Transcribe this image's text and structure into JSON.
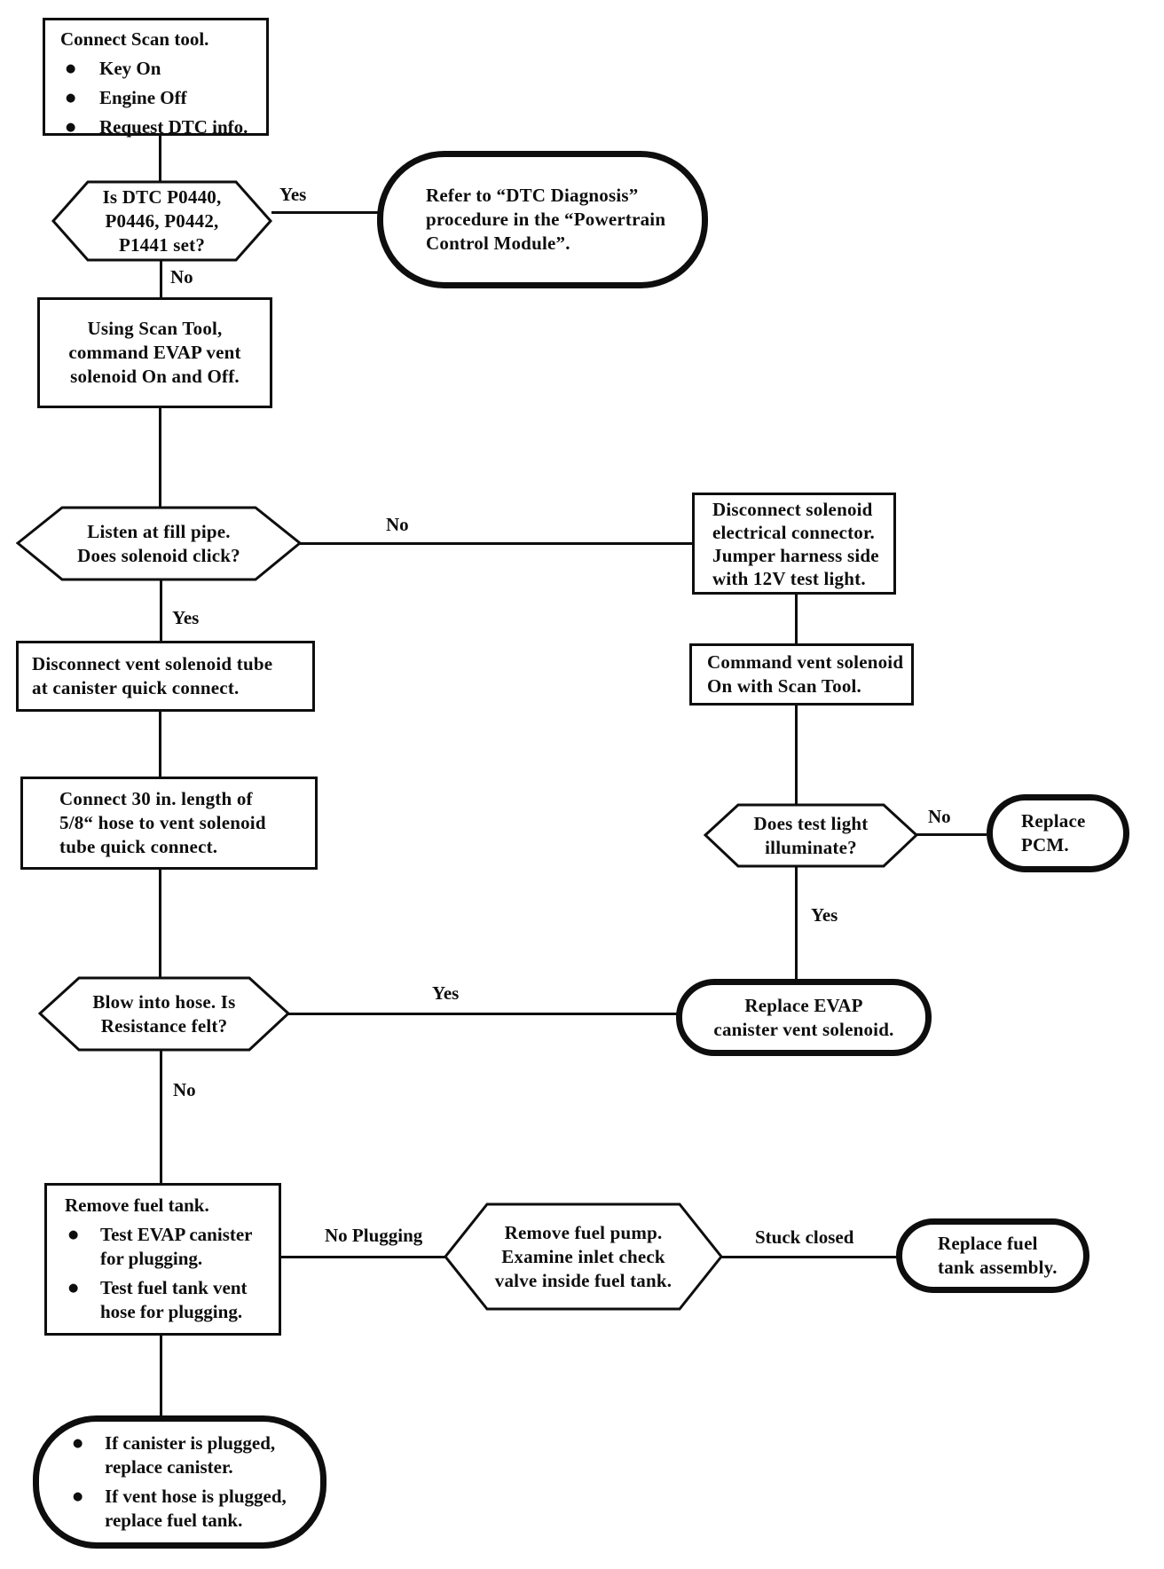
{
  "diagram": {
    "bullet_char": "●",
    "colors": {
      "ink": "#0e0e0e",
      "paper": "#ffffff"
    },
    "nodes": {
      "connect_scan": {
        "title": "Connect Scan tool.",
        "bullets": [
          "Key On",
          "Engine Off",
          "Request DTC info."
        ]
      },
      "is_dtc_set": {
        "text": "Is DTC P0440,\nP0446, P0442,\nP1441 set?"
      },
      "refer_dtc": {
        "text": "Refer to “DTC Diagnosis”\nprocedure in the “Powertrain\nControl Module”."
      },
      "command_evap_on_off": {
        "text": "Using Scan Tool,\ncommand EVAP vent\nsolenoid On and Off."
      },
      "listen_fill_pipe": {
        "text": "Listen at fill pipe.\nDoes solenoid click?"
      },
      "disconnect_solenoid": {
        "text": "Disconnect solenoid\nelectrical connector.\nJumper harness side\nwith 12V test light."
      },
      "command_vent_on": {
        "text": "Command vent solenoid\nOn with Scan Tool."
      },
      "disconnect_tube": {
        "text": "Disconnect vent solenoid tube\nat canister quick connect."
      },
      "connect_hose": {
        "text": "Connect 30 in. length of\n5/8“ hose to vent solenoid\ntube quick connect."
      },
      "test_light": {
        "text": "Does test light\nilluminate?"
      },
      "replace_pcm": {
        "text": "Replace\nPCM."
      },
      "blow_hose": {
        "text": "Blow into hose. Is\nResistance felt?"
      },
      "replace_evap": {
        "text": "Replace EVAP\ncanister vent solenoid."
      },
      "remove_fuel_tank": {
        "title": "Remove fuel tank.",
        "bullets": [
          "Test EVAP canister\nfor plugging.",
          "Test fuel tank vent\nhose for plugging."
        ]
      },
      "remove_fuel_pump": {
        "text": "Remove fuel pump.\nExamine inlet check\nvalve inside fuel tank."
      },
      "replace_fuel_tank": {
        "text": "Replace fuel\ntank assembly."
      },
      "final_actions": {
        "bullets": [
          "If canister is plugged,\nreplace canister.",
          "If vent hose is plugged,\nreplace fuel tank."
        ]
      }
    },
    "labels": {
      "yes_dtc": "Yes",
      "no_dtc": "No",
      "no_click": "No",
      "yes_click": "Yes",
      "no_light": "No",
      "yes_light": "Yes",
      "yes_blow": "Yes",
      "no_blow": "No",
      "no_plugging": "No Plugging",
      "stuck_closed": "Stuck closed"
    }
  }
}
